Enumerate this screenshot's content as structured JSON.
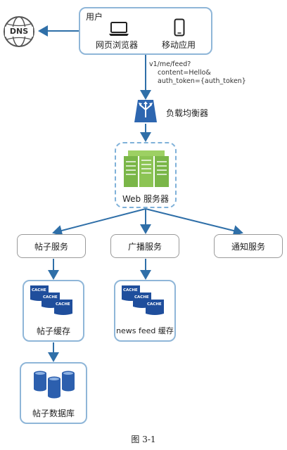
{
  "user": {
    "title": "用户",
    "browser_label": "网页浏览器",
    "mobile_label": "移动应用"
  },
  "dns": {
    "label": "DNS"
  },
  "request": {
    "lines": [
      "v1/me/feed?",
      "content=Hello&",
      "auth_token={auth_token}"
    ]
  },
  "load_balancer": {
    "label": "负载均衡器"
  },
  "web_servers": {
    "label": "Web 服务器"
  },
  "services": [
    {
      "label": "帖子服务"
    },
    {
      "label": "广播服务"
    },
    {
      "label": "通知服务"
    }
  ],
  "post_cache": {
    "label": "帖子缓存",
    "cache_text": "CACHE"
  },
  "news_feed_cache": {
    "label": "news feed 缓存",
    "cache_text": "CACHE"
  },
  "post_db": {
    "label": "帖子数据库"
  },
  "caption": "图 3-1",
  "colors": {
    "line": "#2f6fa8",
    "box_border": "#8fb6d8",
    "server_green": "#7ab648",
    "cache_blue": "#1f4e9c",
    "db_blue": "#2c5fae",
    "globe_gray": "#555555"
  }
}
